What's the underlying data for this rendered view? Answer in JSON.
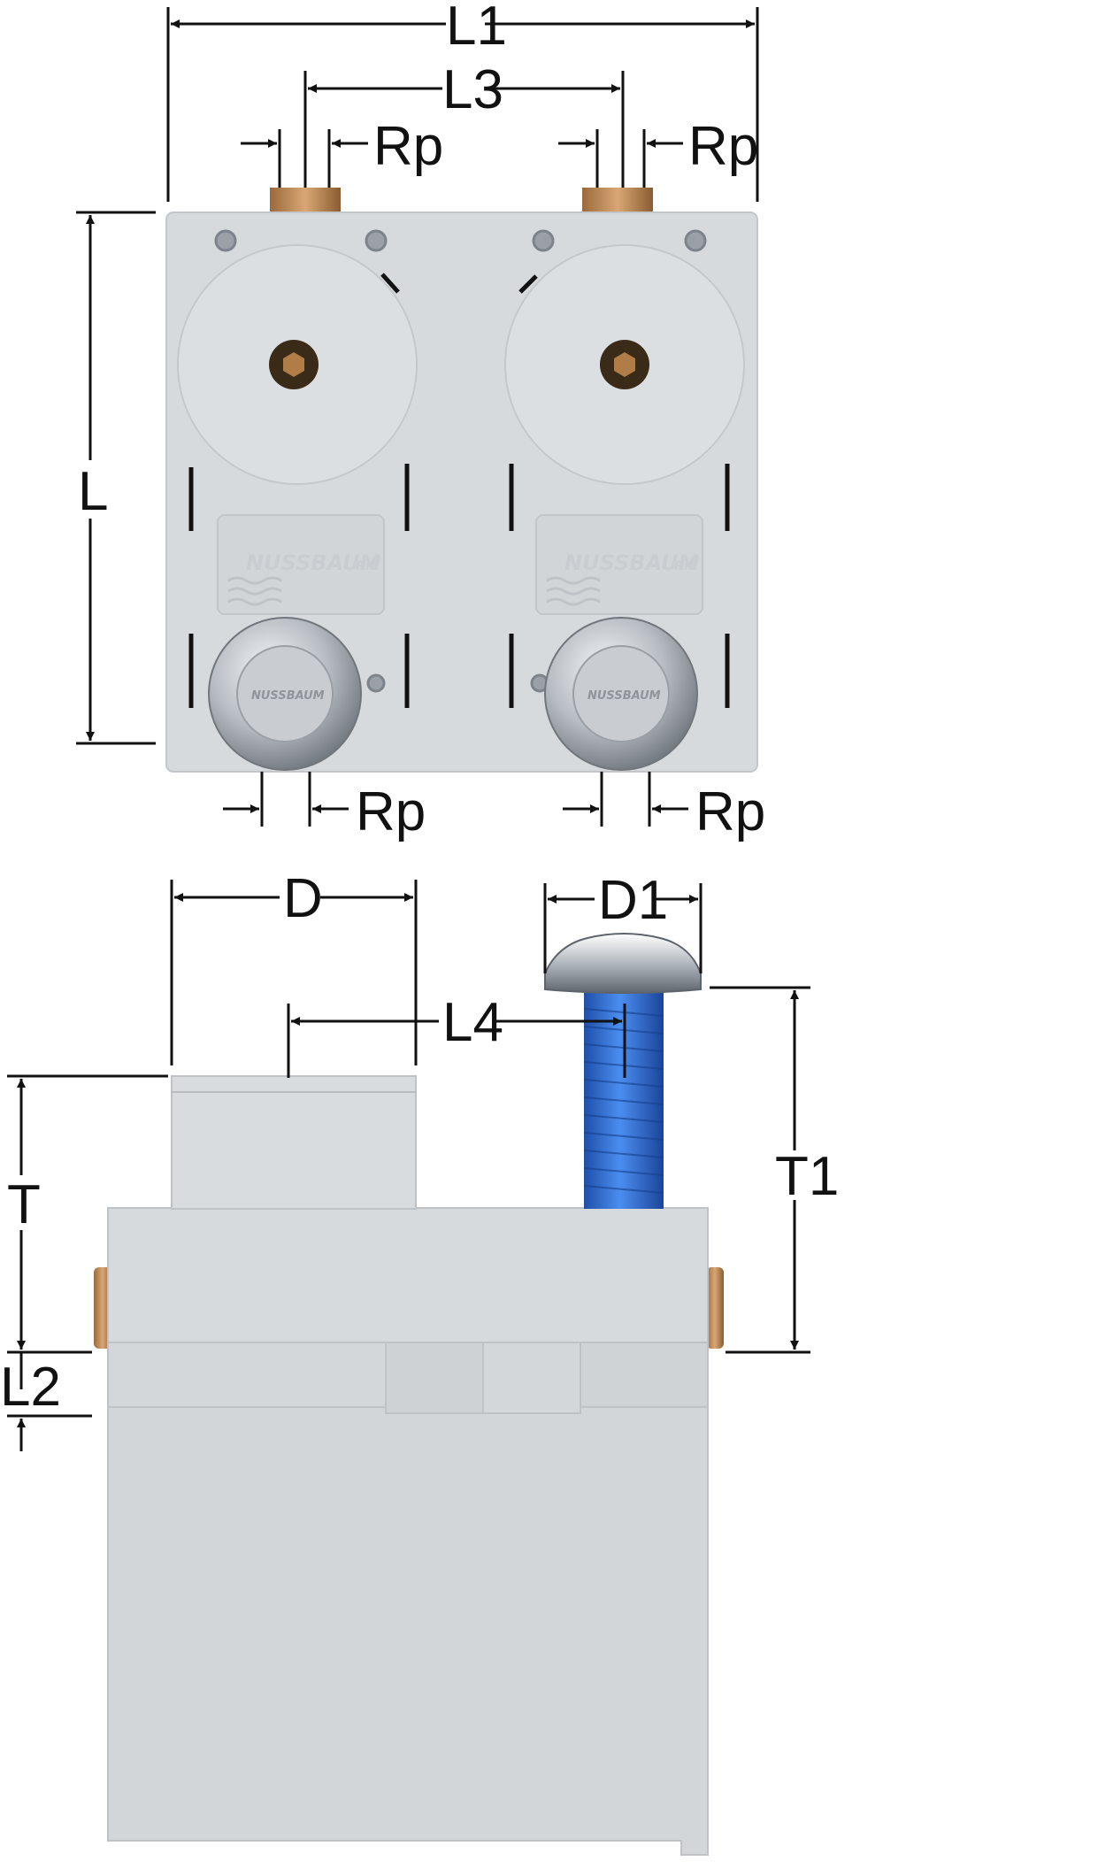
{
  "dimensions": {
    "L1": "L1",
    "L3": "L3",
    "Rp_top_left": "Rp",
    "Rp_top_right": "Rp",
    "L": "L",
    "Rp_bottom_left": "Rp",
    "Rp_bottom_right": "Rp",
    "D": "D",
    "D1": "D1",
    "L4": "L4",
    "T": "T",
    "T1": "T1",
    "L2": "L2"
  },
  "brand": {
    "logo_text": "NUSSBAUM",
    "logo_suffix": "RN",
    "cap_text": "NUSSBAUM"
  },
  "colors": {
    "line": "#111111",
    "styrofoam": "#d7dadd",
    "brass": "#c08a55",
    "chrome": "#b9bec4",
    "hose": "#2f6fd3"
  }
}
